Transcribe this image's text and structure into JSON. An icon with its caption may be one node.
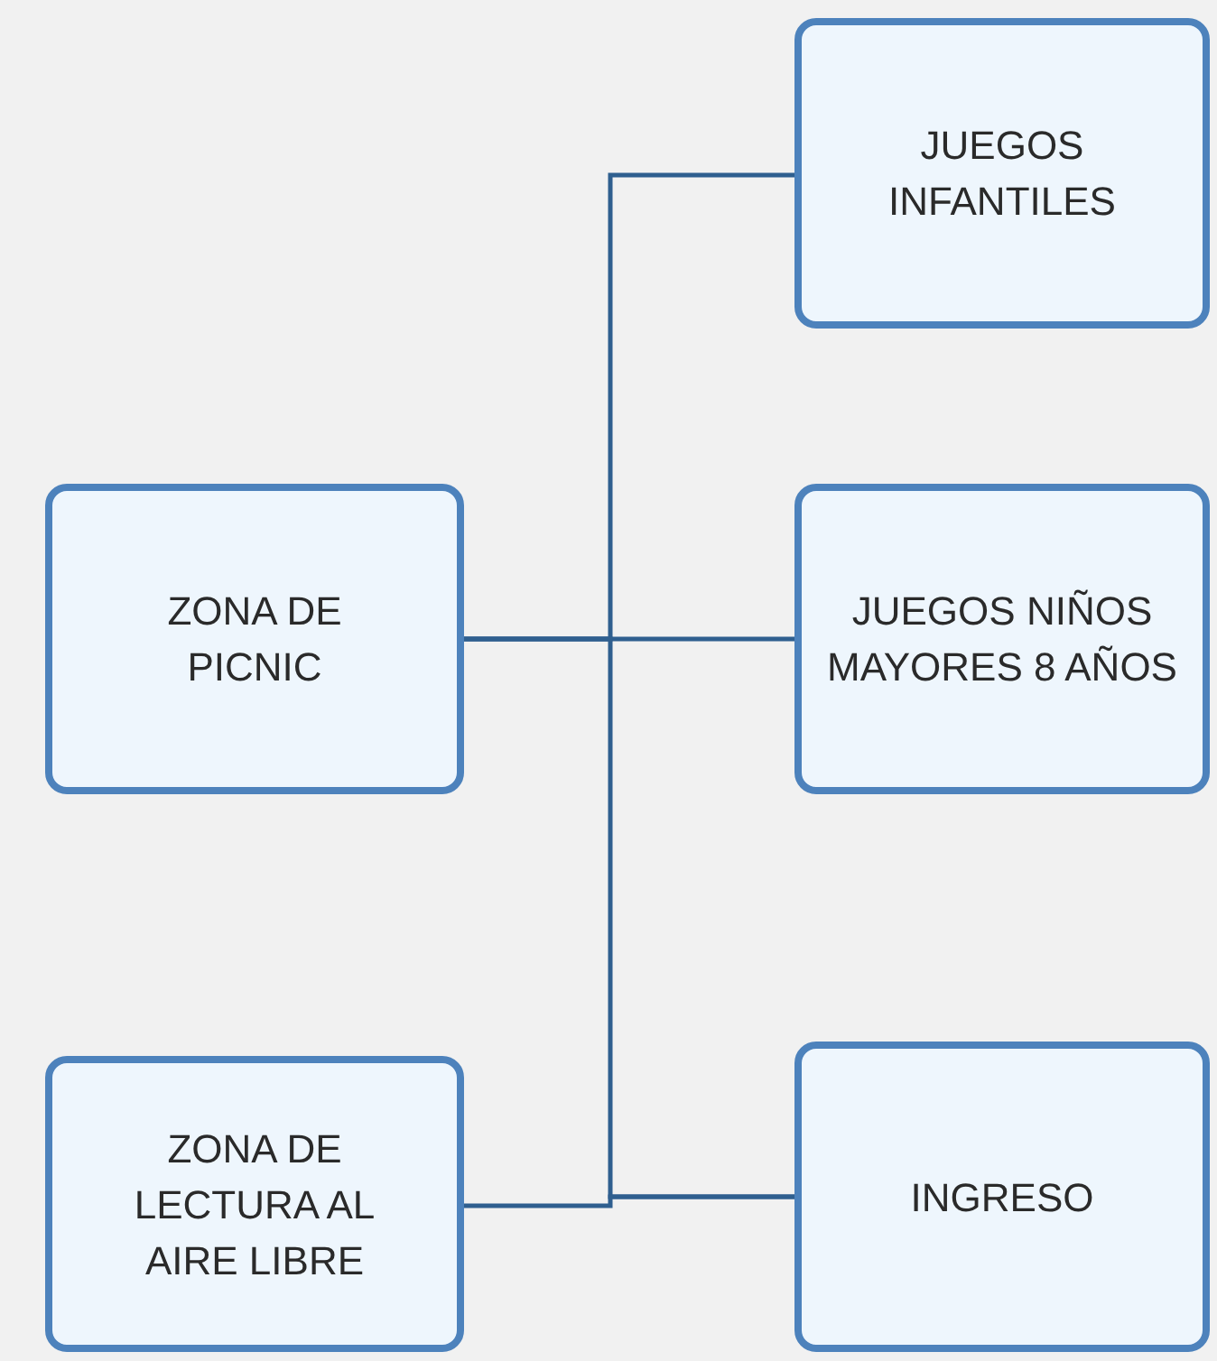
{
  "diagram": {
    "nodes": [
      {
        "text": [
          "JUEGOS INFANTILES"
        ]
      },
      {
        "text": [
          "ZONA DE PICNIC"
        ]
      },
      {
        "text": [
          "JUEGOS NIÑOS MAYORES 8 AÑOS"
        ]
      },
      {
        "text": [
          "ZONA DE LECTURA AL AIRE LIBRE"
        ]
      },
      {
        "text": [
          "INGRESO"
        ]
      }
    ],
    "edges": [
      {
        "from": 1,
        "to": 0,
        "arrow": "none"
      },
      {
        "from": 1,
        "to": 2,
        "arrow": "none"
      },
      {
        "from": 1,
        "to": 4,
        "arrow": "none"
      },
      {
        "from": 3,
        "to": 4,
        "arrow": "none"
      }
    ]
  }
}
